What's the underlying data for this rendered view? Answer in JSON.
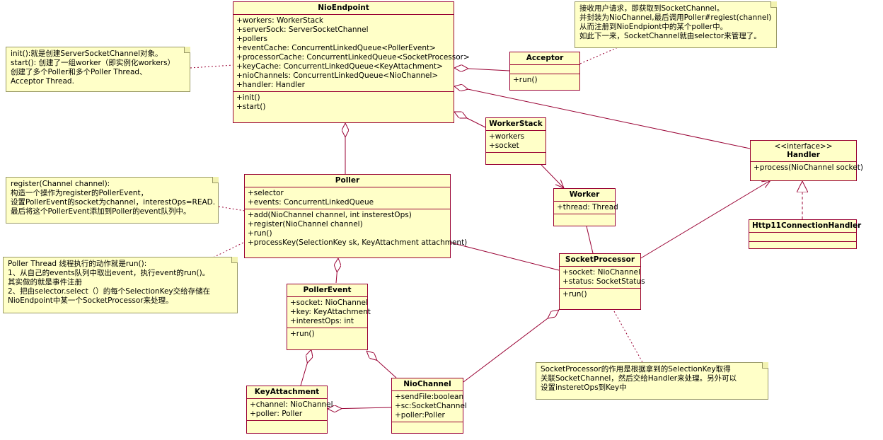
{
  "classes": {
    "nioendpoint": {
      "name": "NioEndpoint",
      "attributes": [
        "+workers: WorkerStack",
        "+serverSock: ServerSocketChannel",
        "+pollers",
        "+eventCache: ConcurrentLinkedQueue<PollerEvent>",
        "+processorCache: ConcurrentLinkedQueue<SocketProcessor>",
        "+keyCache: ConcurrentLinkedQueue<KeyAttachment>",
        "+nioChannels: ConcurrentLinkedQueue<NioChannel>",
        "+handler: Handler"
      ],
      "operations": [
        "+init()",
        "+start()"
      ]
    },
    "acceptor": {
      "name": "Acceptor",
      "attributes": [],
      "operations": [
        "+run()"
      ]
    },
    "workerstack": {
      "name": "WorkerStack",
      "attributes": [
        "+workers",
        "+socket"
      ],
      "operations": []
    },
    "handler": {
      "stereotype": "<<interface>>",
      "name": "Handler",
      "attributes": [],
      "operations": [
        "+process(NioChannel socket)"
      ]
    },
    "poller": {
      "name": "Poller",
      "attributes": [
        "+selector",
        "+events: ConcurrentLinkedQueue"
      ],
      "operations": [
        "+add(NioChannel channel, int insterestOps)",
        "+register(NioChannel channel)",
        "+run()",
        "+processKey(SelectionKey sk, KeyAttachment attachment)"
      ]
    },
    "worker": {
      "name": "Worker",
      "attributes": [
        "+thread: Thread"
      ],
      "operations": []
    },
    "http11": {
      "name": "Http11ConnectionHandler",
      "attributes": [],
      "operations": []
    },
    "socketprocessor": {
      "name": "SocketProcessor",
      "attributes": [
        "+socket: NioChannel",
        "+status: SocketStatus"
      ],
      "operations": [
        "+run()"
      ]
    },
    "pollerevent": {
      "name": "PollerEvent",
      "attributes": [
        "+socket: NioChannel",
        "+key: KeyAttachment",
        "+interestOps: int"
      ],
      "operations": [
        "+run()"
      ]
    },
    "keyattachment": {
      "name": "KeyAttachment",
      "attributes": [
        "+channel: NioChannel",
        "+poller: Poller"
      ],
      "operations": []
    },
    "niochannel": {
      "name": "NioChannel",
      "attributes": [
        "+sendFile:boolean",
        "+sc:SocketChannel",
        "+poller:Poller"
      ],
      "operations": []
    }
  },
  "notes": {
    "init_note": [
      "init():就是创建ServerSocketChannel对象。",
      "start(): 创建了一组worker（即实例化workers）",
      " 创建了多个Poller和多个Poller Thread、",
      "Acceptor Thread."
    ],
    "acceptor_note": [
      "接收用户请求，即获取到SocketChannel。",
      "并封装为NioChannel,最后调用Poller#regiest(channel)",
      "从而注册到NioEndpiont中的某个poller中。",
      "如此下一来，SocketChannel就由selector来管理了。"
    ],
    "register_note": [
      "register(Channel channel):",
      "构造一个操作为register的PollerEvent，",
      "设置PollerEvent的socket为channel，interestOps=READ.",
      " 最后将这个PollerEvent添加到Poller的event队列中。"
    ],
    "run_note": [
      "Poller Thread 线程执行的动作就是run():",
      "1、从自己的events队列中取出event，执行event的run()。",
      "其实做的就是事件注册",
      "2、把由selector.select（）的每个SelectionKey交给存储在",
      "NioEndpoint中某一个SocketProcessor来处理。"
    ],
    "processor_note": [
      "SocketProcessor的作用是根据拿到的SelectionKey取得",
      "关联SocketChannel，然后交给Handler来处理。另外可以",
      "设置insteretOps到Key中"
    ]
  },
  "colors": {
    "fill": "#ffffc8",
    "border": "#990033",
    "note_border": "#999966"
  }
}
